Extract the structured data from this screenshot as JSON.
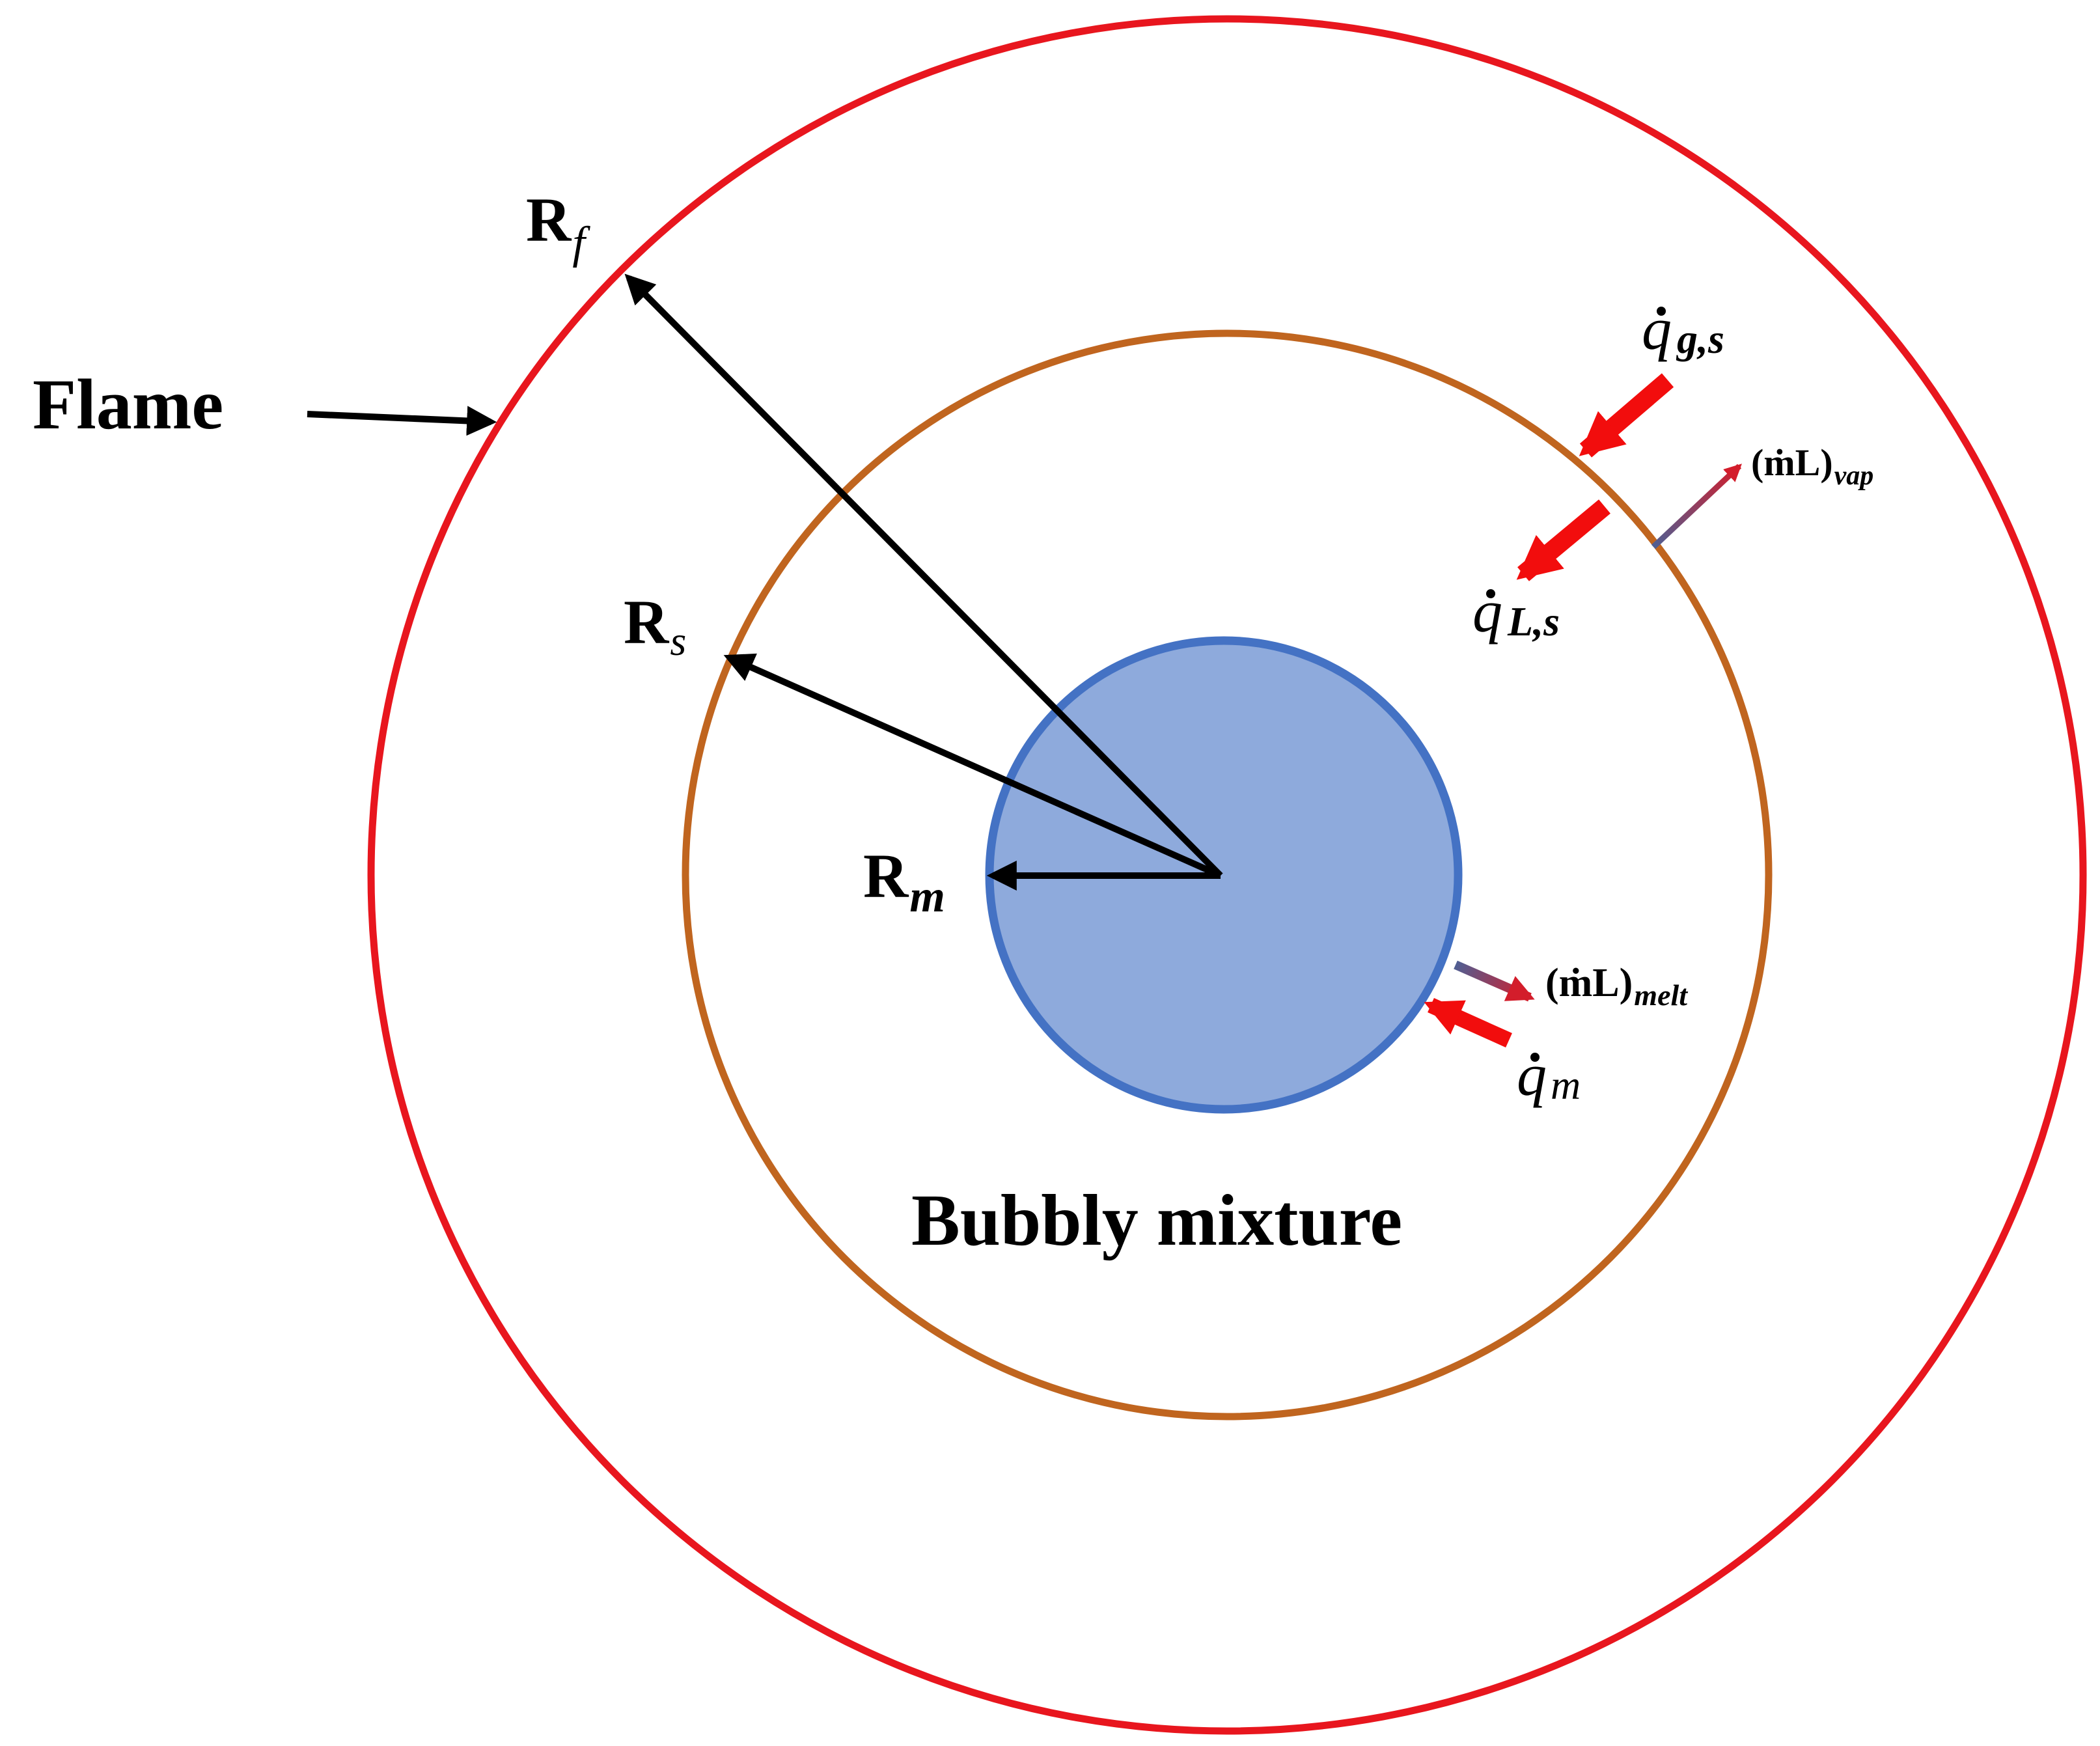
{
  "labels": {
    "flame": "Flame",
    "mixture": "Bubbly mixture",
    "r_symbol": "R",
    "r_f_sub": "f",
    "r_s_sub": "s",
    "r_m_sub": "m",
    "q_symbol": "q",
    "q_gs_sub": "g,s",
    "q_ls_sub": "L,s",
    "q_m_sub": "m",
    "mdotL": "(ṁL)",
    "vap_sub": "vap",
    "melt_sub": "melt"
  },
  "colors": {
    "flame_ring": "#e8161e",
    "surface_ring": "#c0651f",
    "melt_fill": "#8eaadc",
    "melt_stroke": "#4472c4",
    "vector": "#000000",
    "heat_arrow": "#f20d0d",
    "mass_arrow_start": "#4f5f93",
    "mass_arrow_end": "#d31d2b"
  }
}
